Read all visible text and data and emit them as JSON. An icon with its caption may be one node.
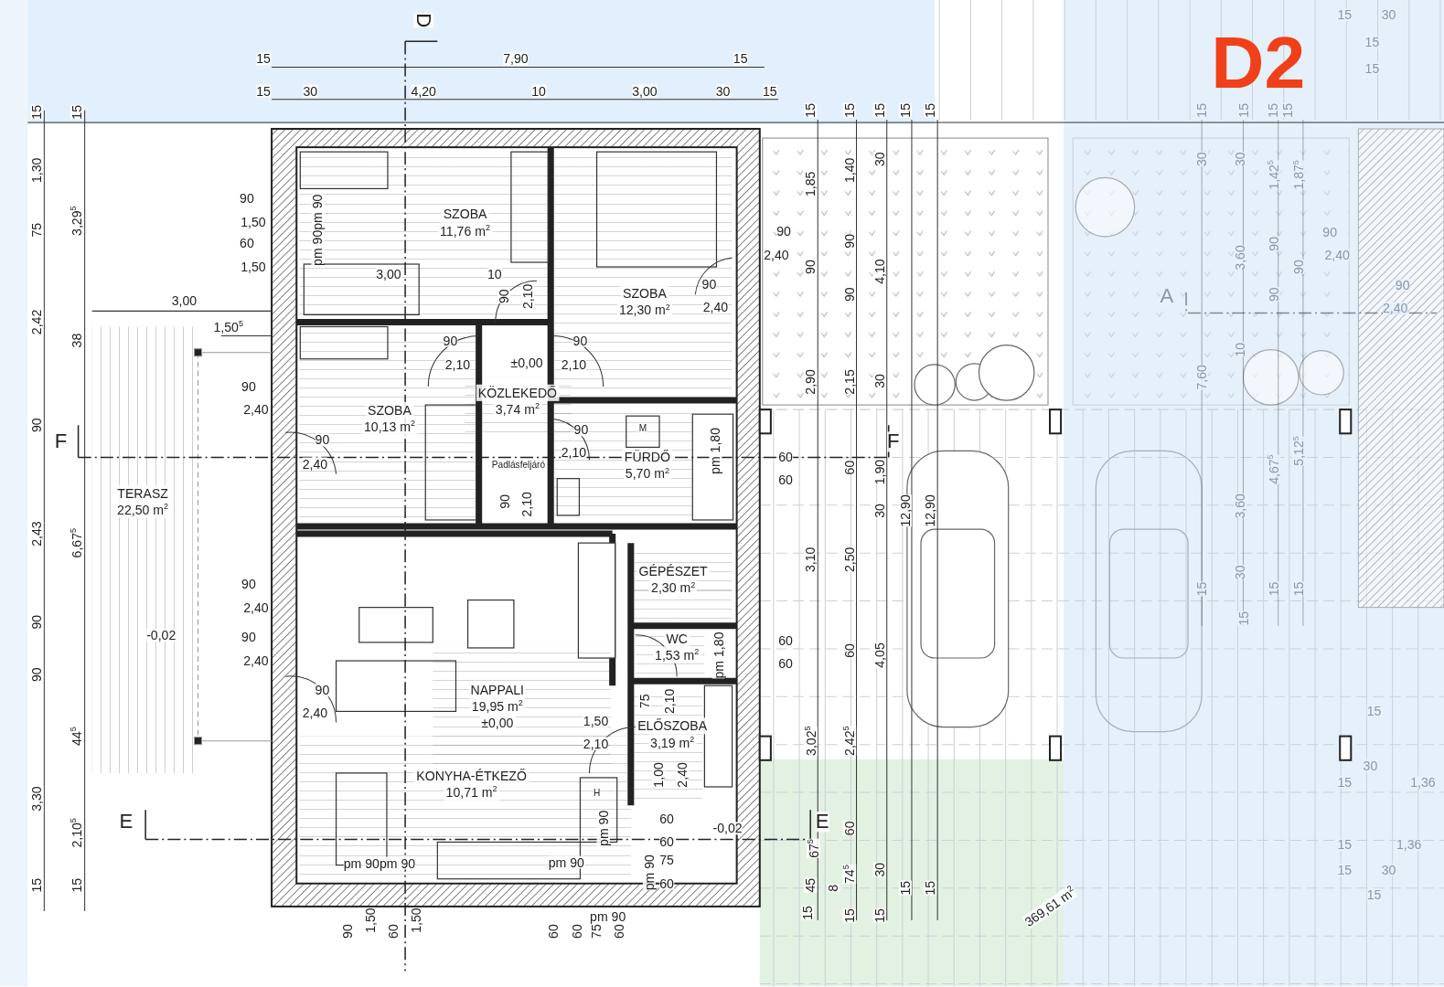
{
  "diagram": {
    "title": "D2",
    "nodes": [
      {
        "text": [
          "SZOBA",
          "11,76 m$^{2}$"
        ]
      },
      {
        "text": [
          "SZOBA",
          "12,30 m$^{2}$"
        ]
      },
      {
        "text": [
          "KÖZLEKEDŐ",
          "3,74 m$^{2}$"
        ]
      },
      {
        "text": [
          "SZOBA",
          "10,13 m$^{2}$"
        ]
      },
      {
        "text": [
          "FÜRDŐ",
          "5,70 m$^{2}$"
        ]
      },
      {
        "text": [
          "TERASZ",
          "22,50 m$^{2}$"
        ]
      },
      {
        "text": [
          "GÉPÉSZET",
          "2,30 m$^{2}$"
        ]
      },
      {
        "text": [
          "WC",
          "1,53 m$^{2}$"
        ]
      },
      {
        "text": [
          "NAPPALI",
          "19,95 m$^{2}$",
          "±0,00"
        ]
      },
      {
        "text": [
          "ELŐSZOBA",
          "3,19 m$^{2}$"
        ]
      },
      {
        "text": [
          "KONYHA-ÉTKEZŐ",
          "10,71 m$^{2}$"
        ]
      }
    ],
    "edges": [],
    "labels": [
      "15",
      "7,90",
      "15",
      "15",
      "30",
      "4,20",
      "10",
      "3,00",
      "30",
      "15",
      "D",
      "15",
      "1,30",
      "75",
      "2,42",
      "90",
      "2,43",
      "90",
      "90",
      "3,30",
      "15",
      "15",
      "3,29$^{5}$",
      "38",
      "6,67$^{5}$",
      "44$^{5}$",
      "2,10$^{5}$",
      "15",
      "3,00",
      "1,50$^{5}$",
      "F",
      "E",
      "-0,02",
      "90",
      "1,50",
      "60",
      "1,50",
      "pm 90pm 90",
      "3,00",
      "10",
      "90",
      "2,10",
      "90",
      "2,40",
      "90",
      "2,40",
      "90",
      "2,10",
      "±0,00",
      "90",
      "2,10",
      "90",
      "2,40",
      "90",
      "2,40",
      "90",
      "2,10",
      "Padlásfeljáró",
      "M",
      "pm 1,80",
      "90",
      "2,10",
      "90",
      "2,40",
      "90",
      "2,40",
      "90",
      "2,40",
      "1,50",
      "2,10",
      "75",
      "2,10",
      "pm 1,80",
      "1,00",
      "2,40",
      "H",
      "pm 90",
      "60",
      "60",
      "75",
      "60",
      "pm 90",
      "-0,02",
      "pm 90pm 90",
      "pm 90",
      "90",
      "1,50",
      "60",
      "1,50",
      "pm 90",
      "60",
      "60",
      "75",
      "60",
      "15",
      "15",
      "15",
      "15",
      "15",
      "1,85",
      "1,40",
      "30",
      "90",
      "90",
      "90",
      "4,10",
      "2,90",
      "2,15",
      "30",
      "60",
      "60",
      "F",
      "60",
      "1,90",
      "30",
      "12,90",
      "12,90",
      "3,10",
      "2,50",
      "60",
      "60",
      "60",
      "4,05",
      "3,02$^{5}$",
      "2,42$^{5}$",
      "E",
      "67$^{5}$",
      "45",
      "8",
      "60",
      "74$^{5}$",
      "30",
      "15",
      "15",
      "15",
      "15",
      "15",
      "369,61 m$^{2}$",
      "15",
      "30",
      "15",
      "15",
      "15",
      "15",
      "15",
      "15",
      "30",
      "30",
      "1,42$^{5}$",
      "1,87$^{5}$",
      "3,60",
      "90",
      "90",
      "90",
      "90",
      "2,40",
      "90",
      "2,40",
      "A",
      "10",
      "7,60",
      "4,67$^{5}$",
      "5,12$^{5}$",
      "3,60",
      "15",
      "30",
      "15",
      "15",
      "15",
      "15",
      "30",
      "15",
      "1,36",
      "15",
      "1,36",
      "15",
      "30",
      "15"
    ]
  }
}
